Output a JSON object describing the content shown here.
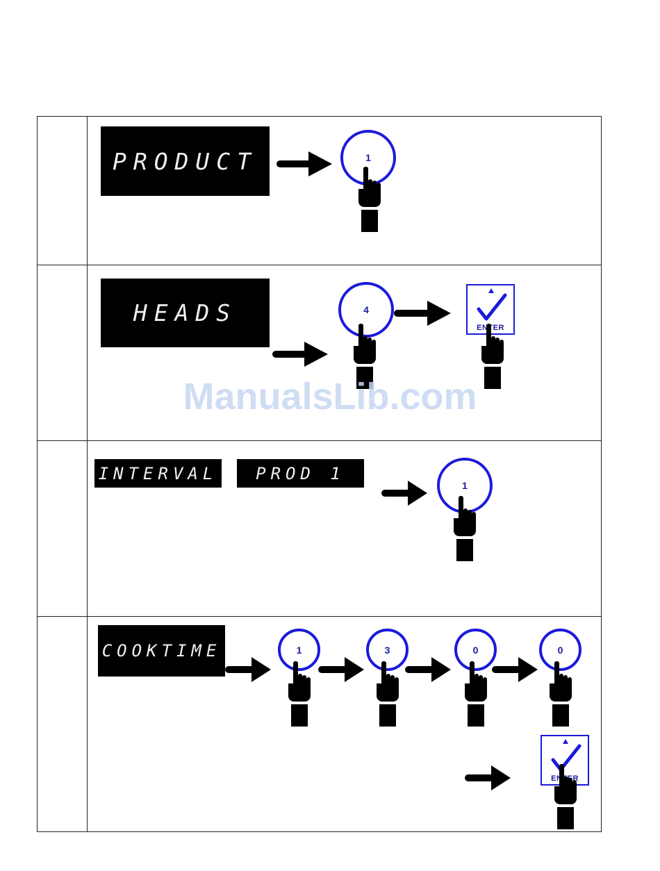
{
  "steps": [
    {
      "number": "",
      "display": [
        "PRODUCT"
      ],
      "keys": [
        "1"
      ]
    },
    {
      "number": "",
      "display": [
        "HEADS"
      ],
      "keys": [
        "4"
      ],
      "enter": "ENTER"
    },
    {
      "number": "",
      "display": [
        "INTERVAL",
        "PROD 1"
      ],
      "keys": [
        "1"
      ]
    },
    {
      "number": "",
      "display": [
        "COOKTIME"
      ],
      "keys": [
        "1",
        "3",
        "0",
        "0"
      ],
      "enter": "ENTER"
    }
  ],
  "watermark": "ManualsLib.com",
  "colors": {
    "key_outline": "#1a1adb",
    "display_bg": "#000000",
    "display_text": "#f0f0f0",
    "watermark": "#c7d8f2"
  },
  "icons": [
    "right-arrow-icon",
    "pointing-hand-icon",
    "checkmark-icon",
    "up-triangle-icon"
  ]
}
